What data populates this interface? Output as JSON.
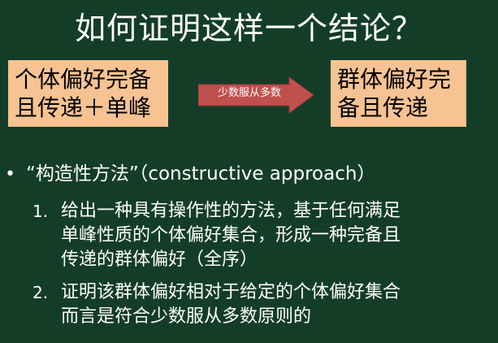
{
  "title": "如何证明这样一个结论？",
  "left_box": {
    "lines": [
      "个体偏好完备",
      "且传递＋单峰"
    ]
  },
  "arrow": {
    "label": "少数服从多数",
    "color": "#c0504d"
  },
  "right_box": {
    "lines": [
      "群体偏好完",
      "备且传递"
    ]
  },
  "colors": {
    "background": "#143d28",
    "box_fill": "#f7c392"
  },
  "content": {
    "bullet": "•",
    "heading": "“构造性方法”（constructive approach）",
    "items": [
      {
        "number": "1.",
        "lines": [
          "给出一种具有操作性的方法，基于任何满足",
          "单峰性质的个体偏好集合，形成一种完备且",
          "传递的群体偏好（全序）"
        ]
      },
      {
        "number": "2.",
        "lines": [
          "证明该群体偏好相对于给定的个体偏好集合",
          "而言是符合少数服从多数原则的"
        ]
      }
    ]
  }
}
